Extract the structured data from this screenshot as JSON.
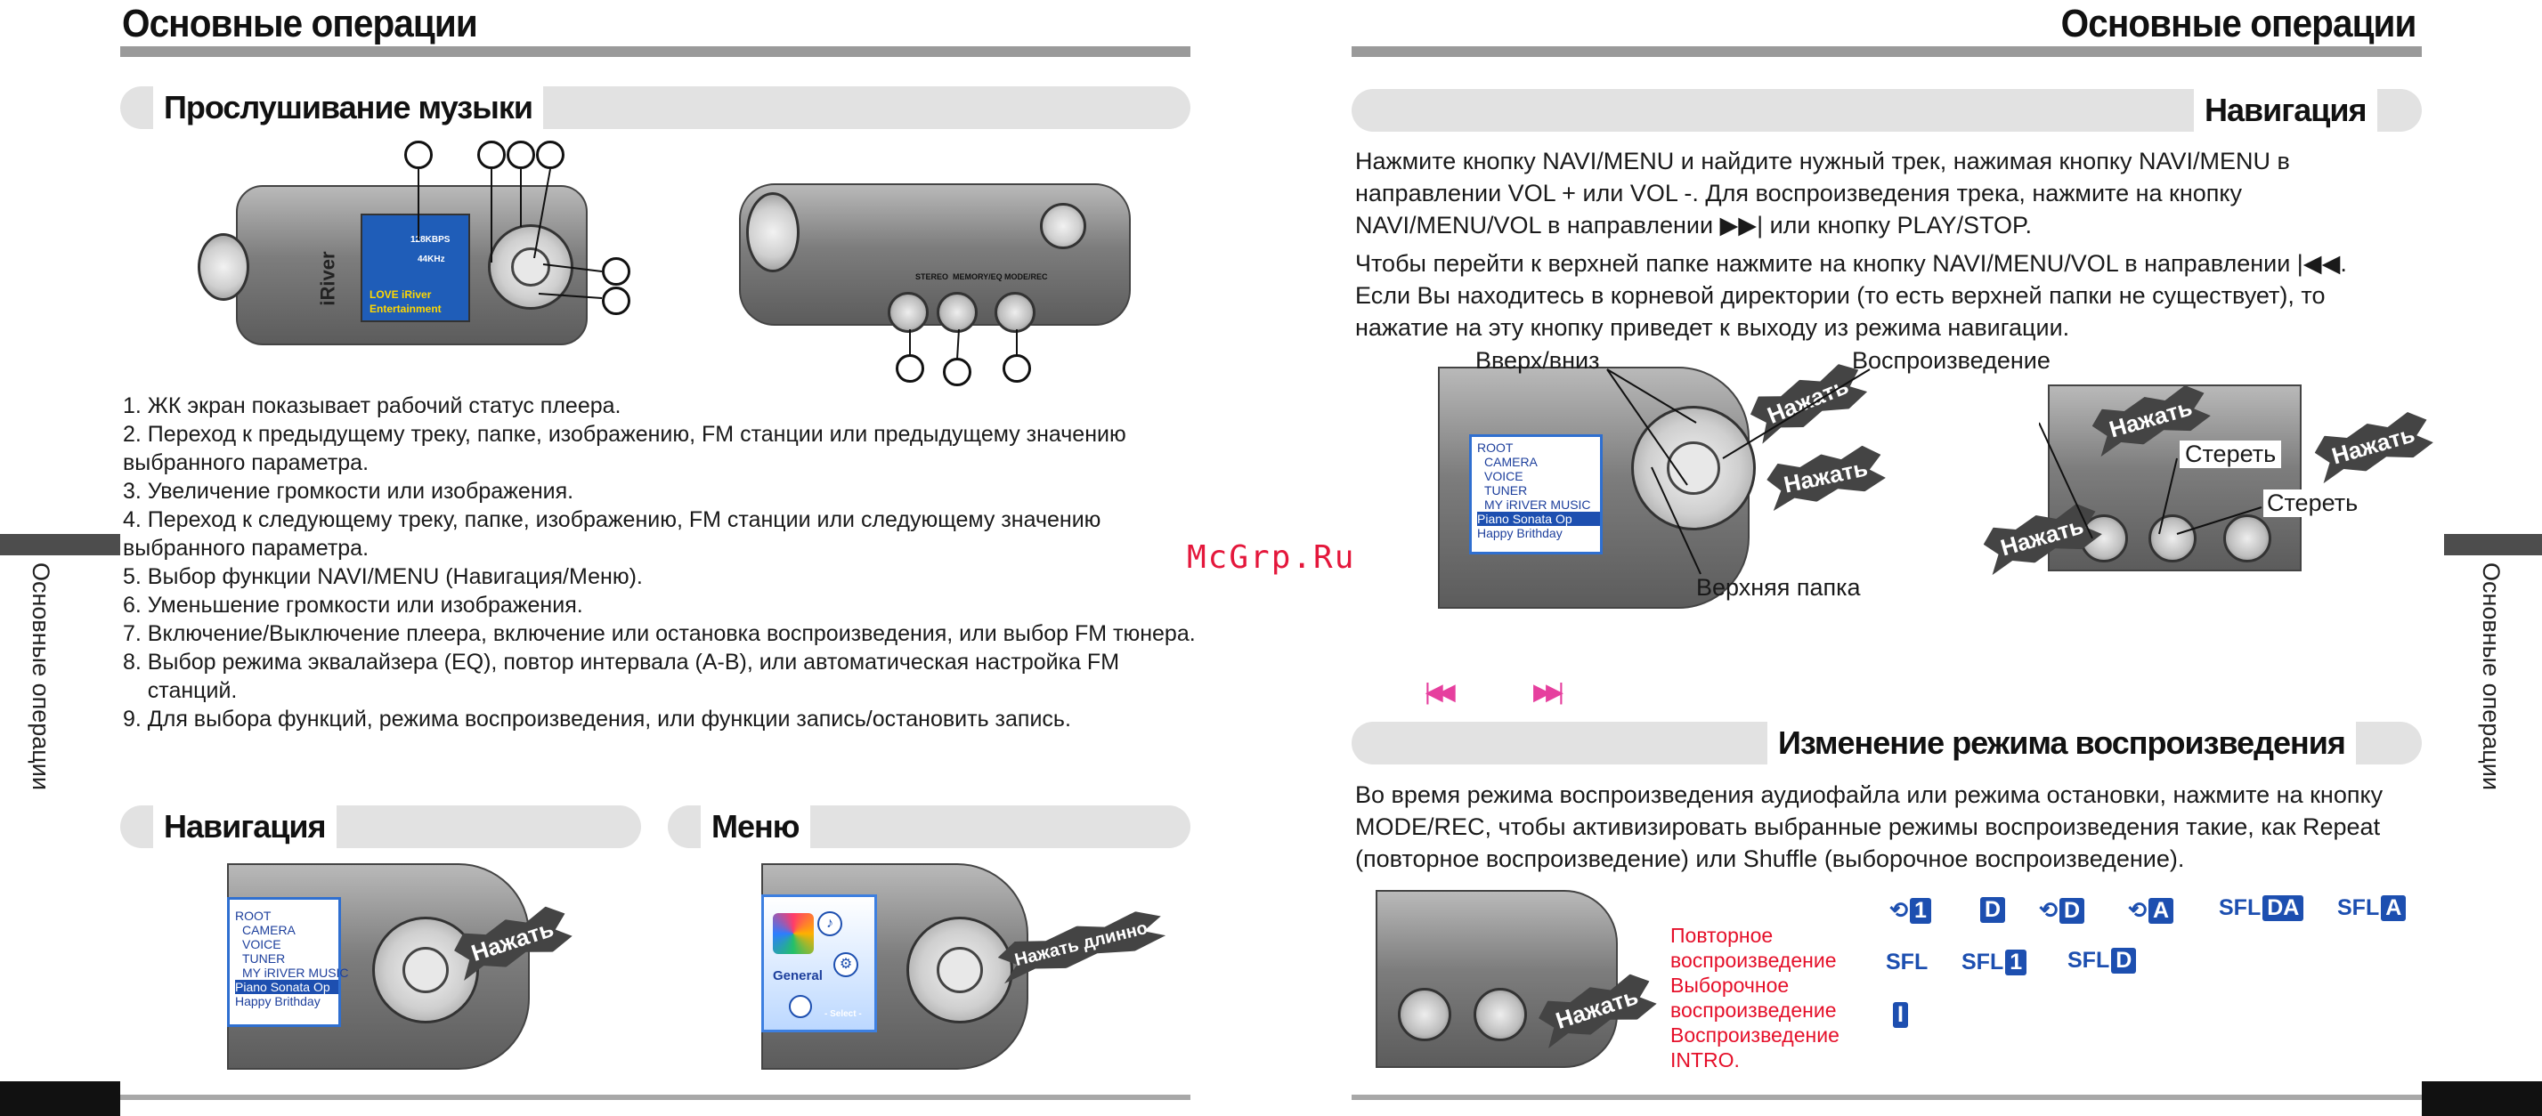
{
  "page": {
    "title_left": "Основные операции",
    "title_right": "Основные операции",
    "side_label_left": "Основные операции",
    "side_label_right": "Основные операции",
    "watermark": "McGrp.Ru"
  },
  "listening": {
    "title": "Прослушивание музыки",
    "items": [
      "1. ЖК экран показывает рабочий статус плеера.",
      "2. Переход к предыдущему треку, папке, изображению, FM станции или предыдущему значению",
      "выбранного параметра.",
      "3. Увеличение громкости или изображения.",
      "4. Переход к следующему треку, папке, изображению, FM станции или следующему значению",
      "выбранного параметра.",
      "5. Выбор функции NAVI/MENU (Навигация/Меню).",
      "6. Уменьшение громкости или изображения.",
      "7. Включение/Выключение плеера, включение или остановка воспроизведения, или выбор FM тюнера.",
      "8. Выбор режима эквалайзера (EQ), повтор интервала (А-В), или автоматическая настройка FM",
      "    станций.",
      "9. Для выбора функций, режима воспроизведения, или функции запись/остановить запись."
    ],
    "device_brand": "iRiver",
    "lcd_line1": "LOVE iRiver",
    "lcd_line2": "Entertainment",
    "lcd_bitrate": "128KBPS",
    "lcd_freq": "44KHz",
    "button_labels": [
      "STEREO",
      "MEMORY/EQ",
      "MODE/REC"
    ]
  },
  "nav_small": {
    "title": "Навигация",
    "press": "Нажать",
    "folders": [
      "ROOT",
      "CAMERA",
      "VOICE",
      "TUNER",
      "MY iRIVER MUSIC",
      "Piano Sonata Op",
      "Happy Brithday"
    ]
  },
  "menu_small": {
    "title": "Меню",
    "press_long": "Нажать длинно",
    "lcd_general": "General",
    "lcd_select": "- Select -"
  },
  "navigation": {
    "title": "Навигация",
    "para1": "Нажмите кнопку NAVI/MENU и найдите нужный трек, нажимая кнопку NAVI/MENU в направлении VOL + или VOL -.  Для воспроизведения трека, нажмите на  кнопку NAVI/MENU/VOL в направлении ▶▶| или кнопку PLAY/STOP.",
    "para2": "Чтобы перейти к верхней папке нажмите на кнопку NAVI/MENU/VOL в направлении |◀◀.",
    "para3": " Если Вы находитесь в корневой директории (то есть верхней папки не существует), то нажатие на эту кнопку приведет к выходу из режима навигации.",
    "label_updown": "Вверх/вниз",
    "label_play": "Воспроизведение",
    "label_upfolder": "Верхняя папка",
    "label_delete1": "Стереть",
    "label_delete2": "Стереть",
    "press": "Нажать",
    "folders": [
      "ROOT",
      "CAMERA",
      "VOICE",
      "TUNER",
      "MY iRIVER MUSIC",
      "Piano Sonata Op",
      "Happy Brithday"
    ],
    "prev_symbol": "|◀◀",
    "next_symbol": "▶▶|"
  },
  "mode": {
    "title": "Изменение режима воспроизведения",
    "para": "Во время режима воспроизведения аудиофайла или режима остановки, нажмите на кнопку MODE/REC, чтобы активизировать выбранные режимы воспроизведения такие, как Repeat (повторное воспроизведение) или Shuffle (выборочное воспроизведение).",
    "press": "Нажать",
    "legend": [
      "Повторное",
      "воспроизведение",
      "Выборочное",
      "воспроизведение",
      "Воспроизведение",
      "INTRO."
    ],
    "badges_row1": [
      {
        "prefix": "⟲",
        "box": "1"
      },
      {
        "prefix": "",
        "box": "D"
      },
      {
        "prefix": "⟲",
        "box": "D"
      },
      {
        "prefix": "⟲",
        "box": "A"
      },
      {
        "prefix": "SFL",
        "box": "DA"
      },
      {
        "prefix": "SFL",
        "box": "A"
      }
    ],
    "badges_row2": [
      {
        "prefix": "SFL",
        "box": ""
      },
      {
        "prefix": "SFL",
        "box": "1"
      },
      {
        "prefix": "SFL",
        "box": "D"
      }
    ],
    "badge_intro": "I",
    "colors": {
      "accent": "#1d4fb0",
      "red": "#e5102a"
    }
  }
}
